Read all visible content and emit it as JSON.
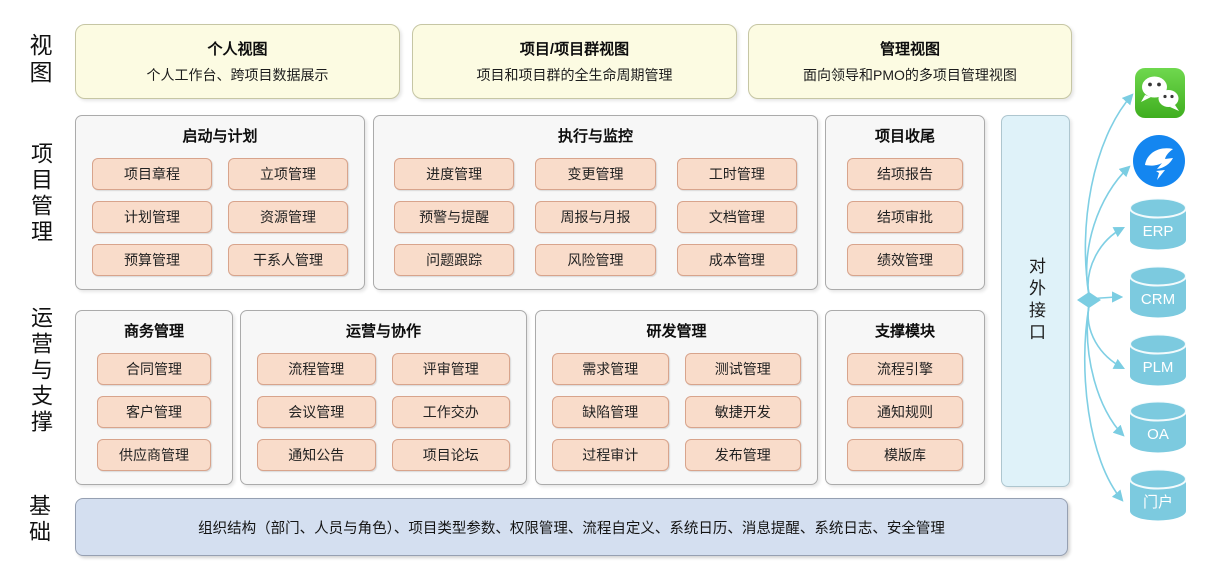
{
  "row_labels": [
    "视图",
    "项目管理",
    "运营与支撑",
    "基础"
  ],
  "view_layer": [
    {
      "title": "个人视图",
      "subtitle": "个人工作台、跨项目数据展示"
    },
    {
      "title": "项目/项目群视图",
      "subtitle": "项目和项目群的全生命周期管理"
    },
    {
      "title": "管理视图",
      "subtitle": "面向领导和PMO的多项目管理视图"
    }
  ],
  "project_management_sections": [
    {
      "title": "启动与计划",
      "columns": 2,
      "items": [
        "项目章程",
        "立项管理",
        "计划管理",
        "资源管理",
        "预算管理",
        "干系人管理"
      ]
    },
    {
      "title": "执行与监控",
      "columns": 3,
      "items": [
        "进度管理",
        "变更管理",
        "工时管理",
        "预警与提醒",
        "周报与月报",
        "文档管理",
        "问题跟踪",
        "风险管理",
        "成本管理"
      ]
    },
    {
      "title": "项目收尾",
      "columns": 1,
      "items": [
        "结项报告",
        "结项审批",
        "绩效管理"
      ]
    }
  ],
  "operation_sections": [
    {
      "title": "商务管理",
      "columns": 1,
      "items": [
        "合同管理",
        "客户管理",
        "供应商管理"
      ]
    },
    {
      "title": "运营与协作",
      "columns": 2,
      "items": [
        "流程管理",
        "评审管理",
        "会议管理",
        "工作交办",
        "通知公告",
        "项目论坛"
      ]
    },
    {
      "title": "研发管理",
      "columns": 2,
      "items": [
        "需求管理",
        "测试管理",
        "缺陷管理",
        "敏捷开发",
        "过程审计",
        "发布管理"
      ]
    },
    {
      "title": "支撑模块",
      "columns": 1,
      "items": [
        "流程引擎",
        "通知规则",
        "模版库"
      ]
    }
  ],
  "external_interface_label": "对外接口",
  "foundation_text": "组织结构（部门、人员与角色）、项目类型参数、权限管理、流程自定义、系统日历、消息提醒、系统日志、安全管理",
  "integrations": {
    "app_icons": [
      "wechat-icon",
      "dingtalk-icon"
    ],
    "systems": [
      "ERP",
      "CRM",
      "PLM",
      "OA",
      "门户"
    ]
  },
  "colors": {
    "view_box_bg": "#fcfbe2",
    "section_bg": "#f7f7f7",
    "chip_bg": "#f9dcca",
    "chip_border": "#d8a48c",
    "external_bar_bg": "#dff2f9",
    "foundation_bg": "#d4dff0",
    "cylinder": "#7ccadf",
    "arrow": "#7fcfe4",
    "wechat_green": "#4cbf2f",
    "dingtalk_blue": "#1486f0"
  }
}
